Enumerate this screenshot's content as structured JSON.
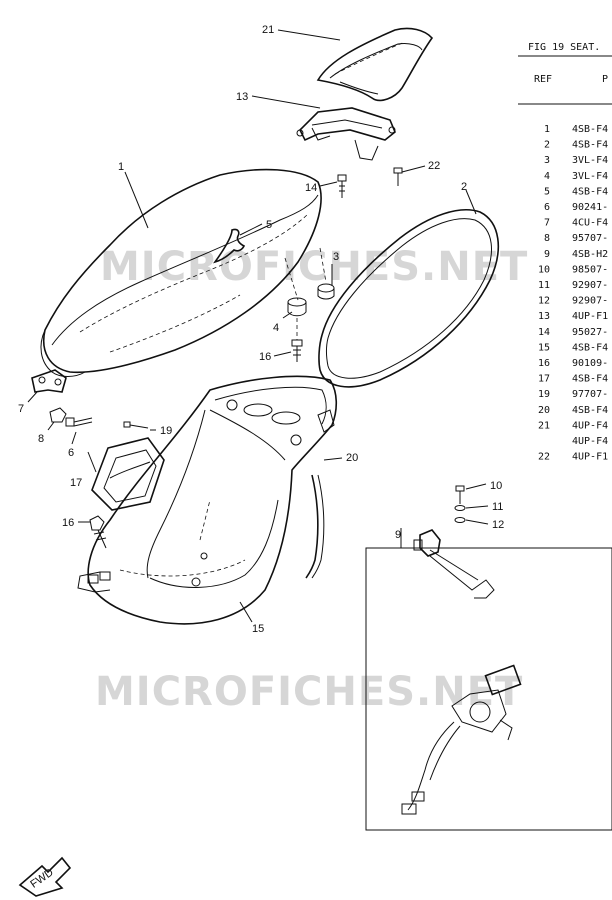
{
  "figure": {
    "title": "FIG 19 SEAT.",
    "table_headers": {
      "ref": "REF",
      "part": "P"
    }
  },
  "parts_table": [
    {
      "ref": "1",
      "part": "4SB-F4"
    },
    {
      "ref": "2",
      "part": "4SB-F4"
    },
    {
      "ref": "3",
      "part": "3VL-F4"
    },
    {
      "ref": "4",
      "part": "3VL-F4"
    },
    {
      "ref": "5",
      "part": "4SB-F4"
    },
    {
      "ref": "6",
      "part": "90241-"
    },
    {
      "ref": "7",
      "part": "4CU-F4"
    },
    {
      "ref": "8",
      "part": "95707-"
    },
    {
      "ref": "9",
      "part": "4SB-H2"
    },
    {
      "ref": "10",
      "part": "98507-"
    },
    {
      "ref": "11",
      "part": "92907-"
    },
    {
      "ref": "12",
      "part": "92907-"
    },
    {
      "ref": "13",
      "part": "4UP-F1"
    },
    {
      "ref": "14",
      "part": "95027-"
    },
    {
      "ref": "15",
      "part": "4SB-F4"
    },
    {
      "ref": "16",
      "part": "90109-"
    },
    {
      "ref": "17",
      "part": "4SB-F4"
    },
    {
      "ref": "19",
      "part": "97707-"
    },
    {
      "ref": "20",
      "part": "4SB-F4"
    },
    {
      "ref": "21",
      "part": "4UP-F4"
    },
    {
      "ref": "",
      "part": "4UP-F4"
    },
    {
      "ref": "22",
      "part": "4UP-F1"
    }
  ],
  "callouts": {
    "c1": "1",
    "c2": "2",
    "c3": "3",
    "c4": "4",
    "c5": "5",
    "c6": "6",
    "c7": "7",
    "c8": "8",
    "c9": "9",
    "c10": "10",
    "c11": "11",
    "c12": "12",
    "c13": "13",
    "c14": "14",
    "c15": "15",
    "c16a": "16",
    "c16b": "16",
    "c17": "17",
    "c19": "19",
    "c20": "20",
    "c21": "21",
    "c22": "22"
  },
  "watermark": "MICROFICHES.NET",
  "fwd_label": "FWD"
}
